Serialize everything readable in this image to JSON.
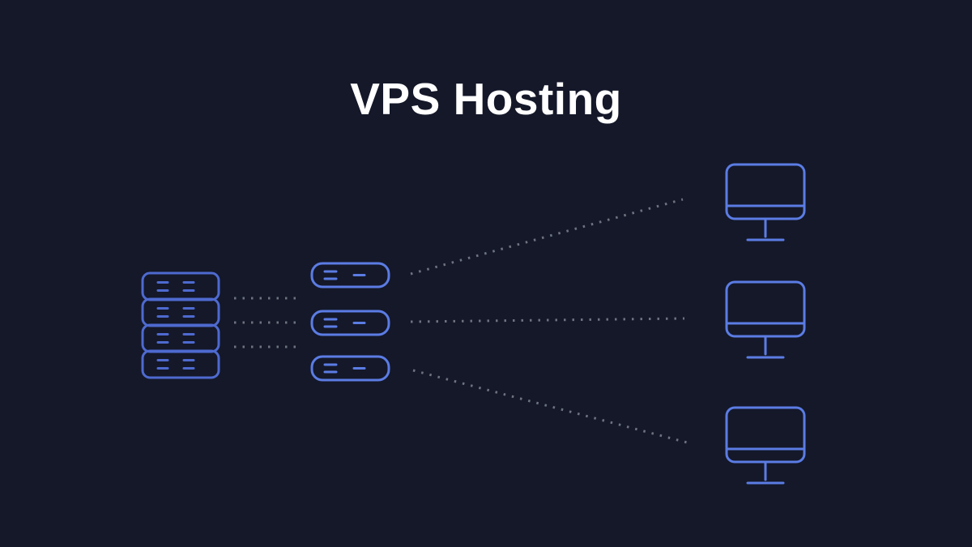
{
  "page": {
    "title": "VPS Hosting"
  },
  "colors": {
    "background": "#141829",
    "rack_blue": "#4e6ad0",
    "accent_blue": "#5b7ce4",
    "connector_gray": "#6e7380",
    "title_color": "#ffffff"
  },
  "diagram": {
    "icons": [
      {
        "name": "server-rack-icon",
        "count": 1
      },
      {
        "name": "vps-server-icon",
        "count": 3
      },
      {
        "name": "monitor-icon",
        "count": 3
      }
    ],
    "connections": [
      {
        "from": "server-rack",
        "to": "vps-server-1",
        "style": "dotted"
      },
      {
        "from": "server-rack",
        "to": "vps-server-2",
        "style": "dotted"
      },
      {
        "from": "server-rack",
        "to": "vps-server-3",
        "style": "dotted"
      },
      {
        "from": "vps-server-1",
        "to": "monitor-1",
        "style": "dotted"
      },
      {
        "from": "vps-server-2",
        "to": "monitor-2",
        "style": "dotted"
      },
      {
        "from": "vps-server-3",
        "to": "monitor-3",
        "style": "dotted"
      }
    ]
  }
}
